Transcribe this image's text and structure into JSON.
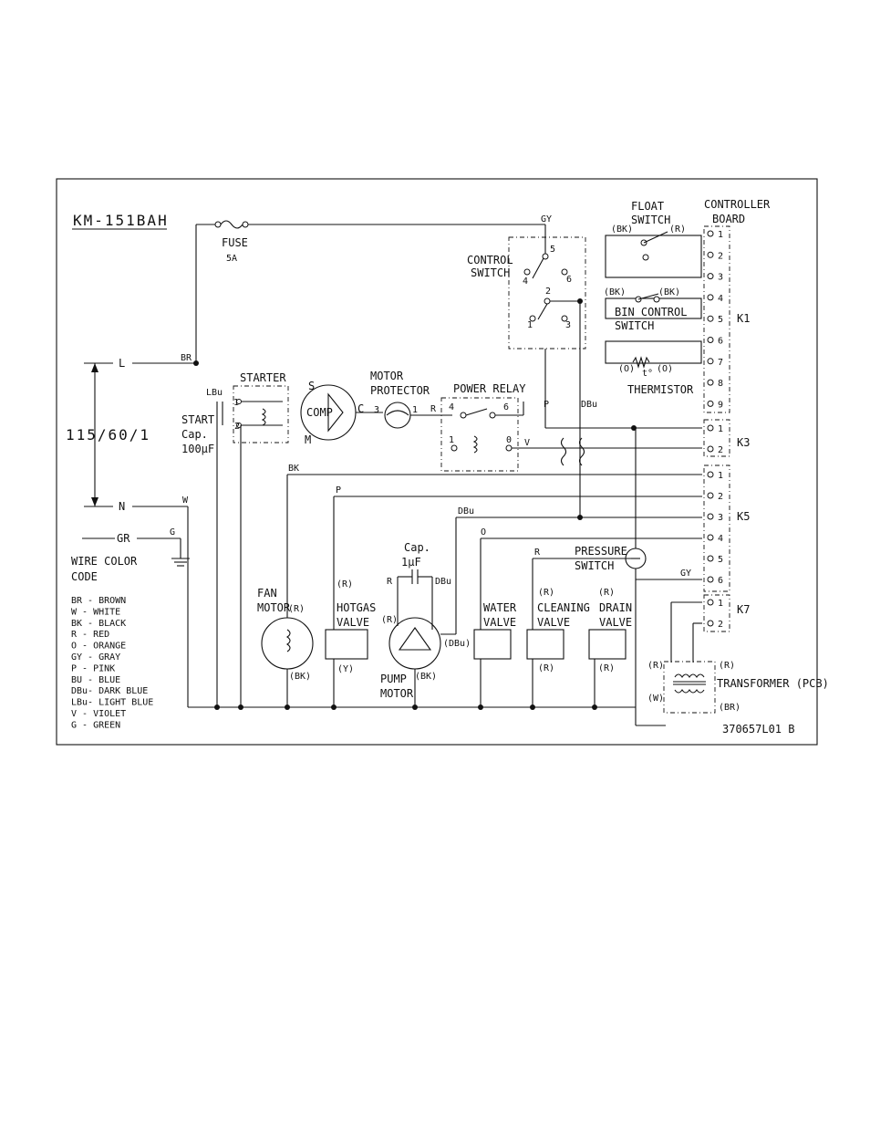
{
  "model": "KM-151BAH",
  "drawing_number": "370657L01 B",
  "supply": {
    "voltage": "115/60/1",
    "line": "L",
    "neutral": "N",
    "ground": "GR"
  },
  "fuse": {
    "label": "FUSE",
    "rating": "5A"
  },
  "starter": {
    "label": "STARTER",
    "term1": "1",
    "term2": "2"
  },
  "start_cap": {
    "line1": "START",
    "line2": "Cap.",
    "line3": "100μF"
  },
  "compressor": {
    "label": "COMP",
    "s": "S",
    "c": "C",
    "m": "M"
  },
  "motor_protector": {
    "line1": "MOTOR",
    "line2": "PROTECTOR",
    "t3": "3",
    "t1": "1"
  },
  "power_relay": {
    "label": "POWER RELAY",
    "t4": "4",
    "t6": "6",
    "t1": "1",
    "t0": "0"
  },
  "control_switch": {
    "line1": "CONTROL",
    "line2": "SWITCH",
    "t5": "5",
    "t4": "4",
    "t6": "6",
    "t2": "2",
    "t1": "1",
    "t3": "3"
  },
  "float_switch": {
    "line1": "FLOAT",
    "line2": "SWITCH"
  },
  "bin_control": {
    "line1": "BIN CONTROL",
    "line2": "SWITCH"
  },
  "thermistor": {
    "label": "THERMISTOR",
    "sym": "t°"
  },
  "controller": {
    "line1": "CONTROLLER",
    "line2": "BOARD",
    "k1": "K1",
    "k3": "K3",
    "k5": "K5",
    "k7": "K7"
  },
  "pressure_switch": {
    "line1": "PRESSURE",
    "line2": "SWITCH"
  },
  "cap_1uf": {
    "line1": "Cap.",
    "line2": "1μF"
  },
  "loads": {
    "fan": {
      "line1": "FAN",
      "line2": "MOTOR"
    },
    "hotgas": {
      "line1": "HOTGAS",
      "line2": "VALVE"
    },
    "pump": {
      "line1": "PUMP",
      "line2": "MOTOR"
    },
    "water": {
      "line1": "WATER",
      "line2": "VALVE"
    },
    "cleaning": {
      "line1": "CLEANING",
      "line2": "VALVE"
    },
    "drain": {
      "line1": "DRAIN",
      "line2": "VALVE"
    }
  },
  "transformer": {
    "label": "TRANSFORMER (PCB)"
  },
  "wire_labels": {
    "BR": "BR",
    "GY": "GY",
    "LBu": "LBu",
    "R": "R",
    "P": "P",
    "DBu": "DBu",
    "V": "V",
    "BK": "BK",
    "W": "W",
    "G": "G",
    "O": "O",
    "pR": "(R)",
    "pBK": "(BK)",
    "pY": "(Y)",
    "pDBu": "(DBu)",
    "pO": "(O)",
    "pW": "(W)",
    "pBR": "(BR)"
  },
  "legend": {
    "title1": "WIRE COLOR",
    "title2": "CODE",
    "items": [
      "BR - BROWN",
      "W  - WHITE",
      "BK - BLACK",
      "R  - RED",
      "O  - ORANGE",
      "GY - GRAY",
      "P  - PINK",
      "BU - BLUE",
      "DBu- DARK BLUE",
      "LBu- LIGHT BLUE",
      "V  - VIOLET",
      "G  - GREEN"
    ]
  }
}
